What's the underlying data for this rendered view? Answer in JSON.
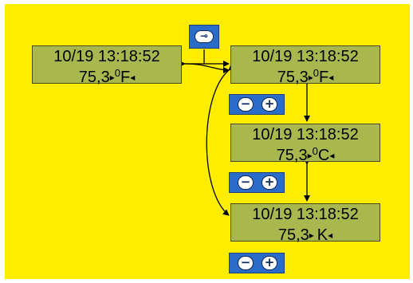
{
  "colors": {
    "background": "#ffed00",
    "lcd": "#a8b84e",
    "button": "#2a6cc8",
    "line": "#000000"
  },
  "displays": [
    {
      "id": "left",
      "line1": "10/19 13:18:52",
      "value": "75,3",
      "unit_prefix": "0",
      "unit": "F"
    },
    {
      "id": "right-top",
      "line1": "10/19 13:18:52",
      "value": "75,3",
      "unit_prefix": "0",
      "unit": "F"
    },
    {
      "id": "right-mid",
      "line1": "10/19 13:18:52",
      "value": "75,3",
      "unit_prefix": "0",
      "unit": "C"
    },
    {
      "id": "right-bot",
      "line1": "10/19 13:18:52",
      "value": "75,3",
      "unit_prefix": "",
      "unit": "K"
    }
  ],
  "glyphs": {
    "arrow_right": "▸",
    "arrow_left": "◂",
    "minus": "−",
    "plus": "+",
    "enter": "⊸"
  },
  "buttons": {
    "enter_icon": "enter-icon",
    "minus_icon": "minus-icon",
    "plus_icon": "plus-icon"
  }
}
